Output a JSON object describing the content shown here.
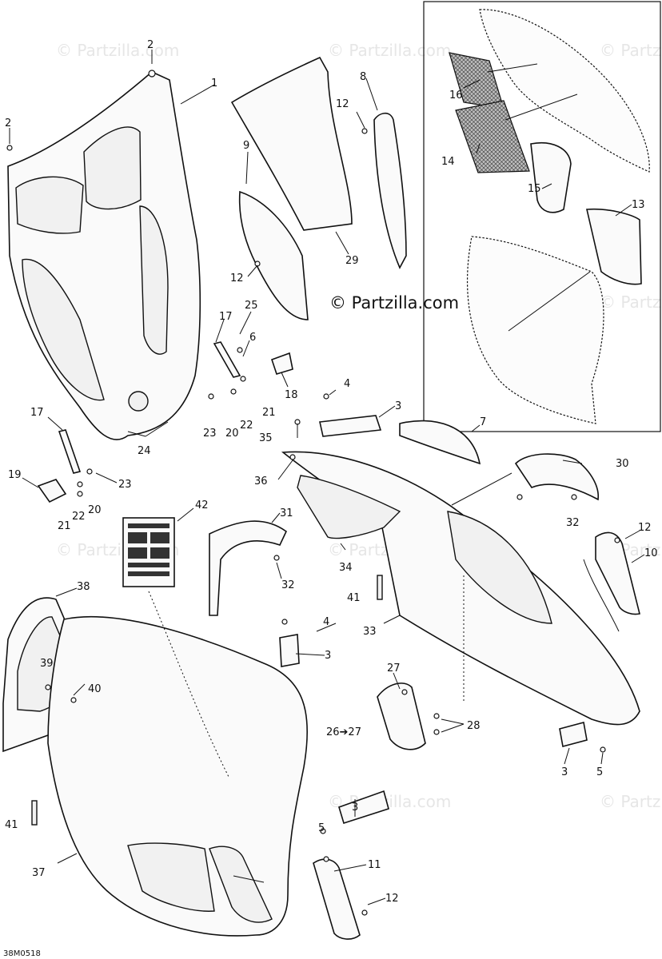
{
  "watermark": "© Partzilla.com",
  "copyright": "© Partzilla.com",
  "diagram_code": "38M0518",
  "callouts": [
    {
      "id": "c1",
      "text": "1"
    },
    {
      "id": "c2a",
      "text": "2"
    },
    {
      "id": "c2b",
      "text": "2"
    },
    {
      "id": "c3a",
      "text": "3"
    },
    {
      "id": "c3b",
      "text": "3"
    },
    {
      "id": "c3c",
      "text": "3"
    },
    {
      "id": "c3d",
      "text": "3"
    },
    {
      "id": "c4a",
      "text": "4"
    },
    {
      "id": "c4b",
      "text": "4"
    },
    {
      "id": "c5a",
      "text": "5"
    },
    {
      "id": "c5b",
      "text": "5"
    },
    {
      "id": "c6",
      "text": "6"
    },
    {
      "id": "c7",
      "text": "7"
    },
    {
      "id": "c8",
      "text": "8"
    },
    {
      "id": "c9",
      "text": "9"
    },
    {
      "id": "c10",
      "text": "10"
    },
    {
      "id": "c11",
      "text": "11"
    },
    {
      "id": "c12a",
      "text": "12"
    },
    {
      "id": "c12b",
      "text": "12"
    },
    {
      "id": "c12c",
      "text": "12"
    },
    {
      "id": "c12d",
      "text": "12"
    },
    {
      "id": "c13",
      "text": "13"
    },
    {
      "id": "c14",
      "text": "14"
    },
    {
      "id": "c15",
      "text": "15"
    },
    {
      "id": "c16",
      "text": "16"
    },
    {
      "id": "c17a",
      "text": "17"
    },
    {
      "id": "c17b",
      "text": "17"
    },
    {
      "id": "c18",
      "text": "18"
    },
    {
      "id": "c19",
      "text": "19"
    },
    {
      "id": "c20a",
      "text": "20"
    },
    {
      "id": "c20b",
      "text": "20"
    },
    {
      "id": "c21a",
      "text": "21"
    },
    {
      "id": "c21b",
      "text": "21"
    },
    {
      "id": "c22a",
      "text": "22"
    },
    {
      "id": "c22b",
      "text": "22"
    },
    {
      "id": "c23a",
      "text": "23"
    },
    {
      "id": "c23b",
      "text": "23"
    },
    {
      "id": "c24",
      "text": "24"
    },
    {
      "id": "c25",
      "text": "25"
    },
    {
      "id": "c26",
      "text": "26➔27"
    },
    {
      "id": "c27",
      "text": "27"
    },
    {
      "id": "c28",
      "text": "28"
    },
    {
      "id": "c29",
      "text": "29"
    },
    {
      "id": "c30",
      "text": "30"
    },
    {
      "id": "c31",
      "text": "31"
    },
    {
      "id": "c32a",
      "text": "32"
    },
    {
      "id": "c32b",
      "text": "32"
    },
    {
      "id": "c33",
      "text": "33"
    },
    {
      "id": "c34",
      "text": "34"
    },
    {
      "id": "c35",
      "text": "35"
    },
    {
      "id": "c36",
      "text": "36"
    },
    {
      "id": "c37",
      "text": "37"
    },
    {
      "id": "c38",
      "text": "38"
    },
    {
      "id": "c39",
      "text": "39"
    },
    {
      "id": "c40",
      "text": "40"
    },
    {
      "id": "c41a",
      "text": "41"
    },
    {
      "id": "c41b",
      "text": "41"
    },
    {
      "id": "c42",
      "text": "42"
    }
  ]
}
